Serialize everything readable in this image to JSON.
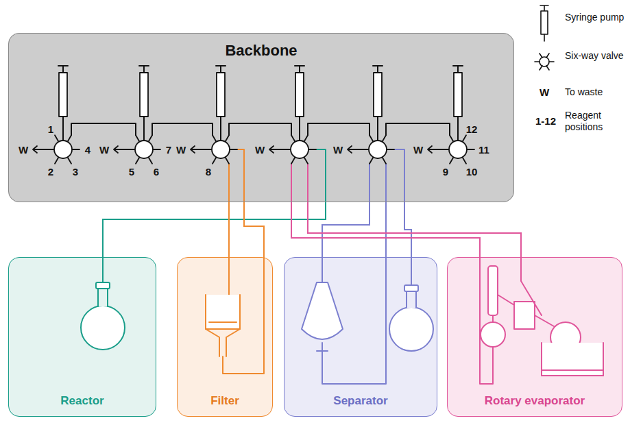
{
  "diagram": {
    "nodes": [
      {
        "text": [
          "Backbone"
        ]
      },
      {
        "text": [
          "Reactor"
        ]
      },
      {
        "text": [
          "Filter"
        ]
      },
      {
        "text": [
          "Separator"
        ]
      },
      {
        "text": [
          "Rotary evaporator"
        ]
      }
    ],
    "edges": [
      {
        "from": 0,
        "to": 1,
        "arrow": "none"
      },
      {
        "from": 0,
        "to": 2,
        "arrow": "none"
      },
      {
        "from": 0,
        "to": 2,
        "arrow": "none"
      },
      {
        "from": 0,
        "to": 3,
        "arrow": "none"
      },
      {
        "from": 0,
        "to": 3,
        "arrow": "none"
      },
      {
        "from": 0,
        "to": 3,
        "arrow": "none"
      },
      {
        "from": 0,
        "to": 4,
        "arrow": "none"
      },
      {
        "from": 0,
        "to": 4,
        "arrow": "none"
      }
    ],
    "labels": [
      "1",
      "W",
      "4",
      "2",
      "3",
      "W",
      "7",
      "5",
      "6",
      "W",
      "8",
      "W",
      "W",
      "12",
      "W",
      "11",
      "9",
      "10",
      "W",
      "1-12"
    ],
    "legend": [
      {
        "text": "Syringe pump"
      },
      {
        "text": "Six-way valve"
      },
      {
        "text": "To waste"
      },
      {
        "text": "Reagent positions"
      }
    ]
  }
}
